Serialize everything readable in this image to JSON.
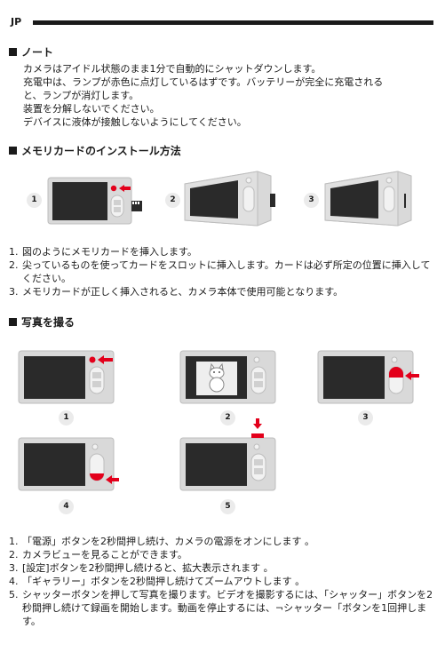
{
  "header": {
    "lang": "JP"
  },
  "note": {
    "title": "ノート",
    "lines": [
      "カメラはアイドル状態のまま1分で自動的にシャットダウンします。",
      "充電中は、ランプが赤色に点灯しているはずです。バッテリーが完全に充電される",
      "と、ランプが消灯します。",
      "装置を分解しないでください。",
      "デバイスに液体が接触しないようにしてください。"
    ]
  },
  "memory": {
    "title": "メモリカードのインストール方法",
    "figure_numbers": [
      "1",
      "2",
      "3"
    ],
    "steps": [
      {
        "num": "1.",
        "text": "図のようにメモリカードを挿入します。"
      },
      {
        "num": "2.",
        "text": "尖っているものを使ってカードをスロットに挿入します。カードは必ず所定の位置に挿入してください。"
      },
      {
        "num": "3.",
        "text": "メモリカードが正しく挿入されると、カメラ本体で使用可能となります。"
      }
    ]
  },
  "photo": {
    "title": "写真を撮る",
    "figure_numbers": [
      "1",
      "2",
      "3",
      "4",
      "5"
    ],
    "steps": [
      {
        "num": "1.",
        "text": "「電源」ボタンを2秒間押し続け、カメラの電源をオンにします 。"
      },
      {
        "num": "2.",
        "text": "カメラビューを見ることができます。"
      },
      {
        "num": "3.",
        "text": "[設定]ボタンを2秒間押し続けると、拡大表示されます 。"
      },
      {
        "num": "4.",
        "text": "「ギャラリー」ボタンを2秒間押し続けてズームアウトします 。"
      },
      {
        "num": "5.",
        "text": "シャッターボタンを押して写真を撮ります。ビデオを撮影するには、「シャッター」ボタンを2秒間押し続けて録画を開始します。動画を停止するには、¬シャッター「ボタンを1回押します。"
      }
    ]
  },
  "colors": {
    "accent": "#e3001b",
    "body": "#d9d9d9",
    "screen": "#2a2a2a",
    "text": "#1a1a1a"
  }
}
